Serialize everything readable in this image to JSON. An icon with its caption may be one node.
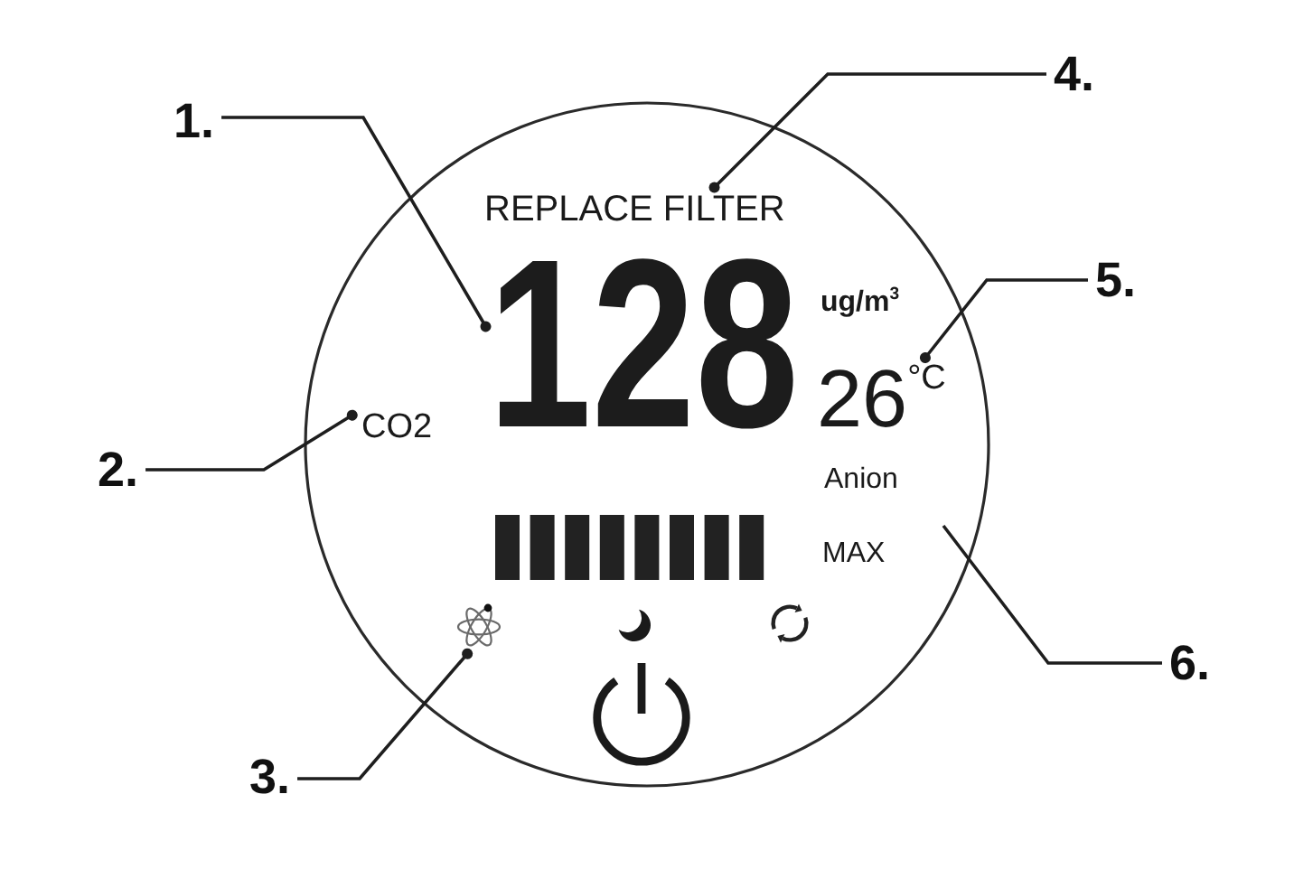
{
  "diagram": {
    "nodes": [
      {
        "text": [
          "4."
        ]
      },
      {
        "text": [
          "1."
        ]
      },
      {
        "text": [
          "REPLACE FILTER"
        ]
      },
      {
        "text": [
          "5."
        ]
      },
      {
        "text": [
          "128"
        ]
      },
      {
        "text": [
          "26",
          "°C"
        ]
      },
      {
        "text": [
          "CO2"
        ]
      },
      {
        "text": [
          "2."
        ]
      },
      {
        "text": [],
        "shape": "atom"
      },
      {
        "text": [
          "6."
        ]
      },
      {
        "text": [
          "3."
        ]
      }
    ],
    "edges": [
      {
        "from": 1,
        "to": 4,
        "arrow": "other"
      },
      {
        "from": 7,
        "to": 6,
        "arrow": "other"
      },
      {
        "from": 10,
        "to": 8,
        "arrow": "other"
      },
      {
        "from": 0,
        "to": 2,
        "arrow": "other"
      },
      {
        "from": 3,
        "to": 5,
        "arrow": "other"
      },
      {
        "from": 9,
        "to": null,
        "arrow": "none"
      }
    ],
    "labels": [
      "ug/m$^{3}$",
      "Anion",
      "MAX"
    ]
  }
}
